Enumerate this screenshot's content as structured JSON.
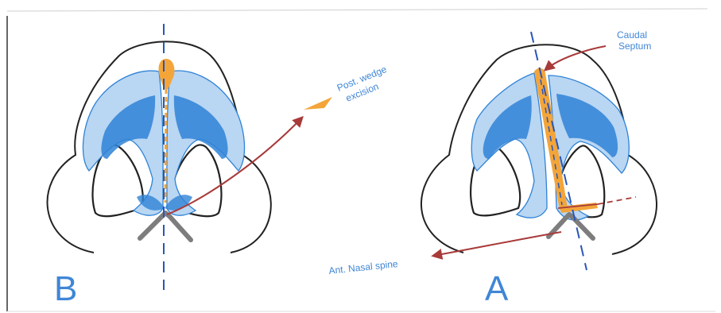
{
  "labels": {
    "wedge_line1": "Post. wedge",
    "wedge_line2": "excision",
    "caudal_line1": "Caudal",
    "caudal_line2": "Septum",
    "spine": "Ant. Nasal spine",
    "panel_b": "B",
    "panel_a": "A"
  },
  "colors": {
    "outline": "#222222",
    "cartilage_light": "#b9d6f3",
    "cartilage_dark": "#2f83d6",
    "septum_orange": "#f3a53a",
    "midline_dash": "#2a56b8",
    "arrow": "#a83a3a",
    "label_blue": "#3f86d6",
    "bone_gray": "#7d7d7d"
  }
}
